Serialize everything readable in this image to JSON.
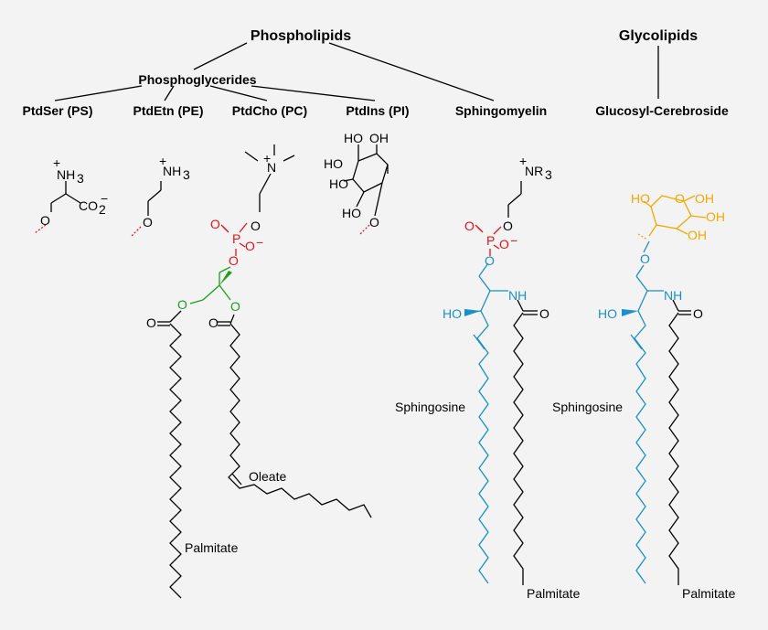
{
  "headers": {
    "phospholipids": "Phospholipids",
    "glycolipids": "Glycolipids",
    "phosphoglycerides": "Phosphoglycerides",
    "ptdser": "PtdSer (PS)",
    "ptdetn": "PtdEtn (PE)",
    "ptdcho": "PtdCho (PC)",
    "ptdins": "PtdIns (PI)",
    "sphingomyelin": "Sphingomyelin",
    "glucosyl_cerebroside": "Glucosyl-Cerebroside"
  },
  "atoms": {
    "nh3": "NH",
    "three": "3",
    "plus": "+",
    "co2": "CO",
    "two": "2",
    "minus": "−",
    "o": "O",
    "n": "N",
    "p": "P",
    "ho": "HO",
    "oh": "OH",
    "nh": "NH",
    "nr3": "NR"
  },
  "labels": {
    "palmitate": "Palmitate",
    "oleate": "Oleate",
    "sphingosine": "Sphingosine"
  },
  "colors": {
    "background": "#f3f3f3",
    "phosphate": "#e8141b",
    "glycerol": "#1e9e1e",
    "sphingosine": "#1b8fce",
    "glucose": "#f5a800",
    "bond": "#000000"
  }
}
